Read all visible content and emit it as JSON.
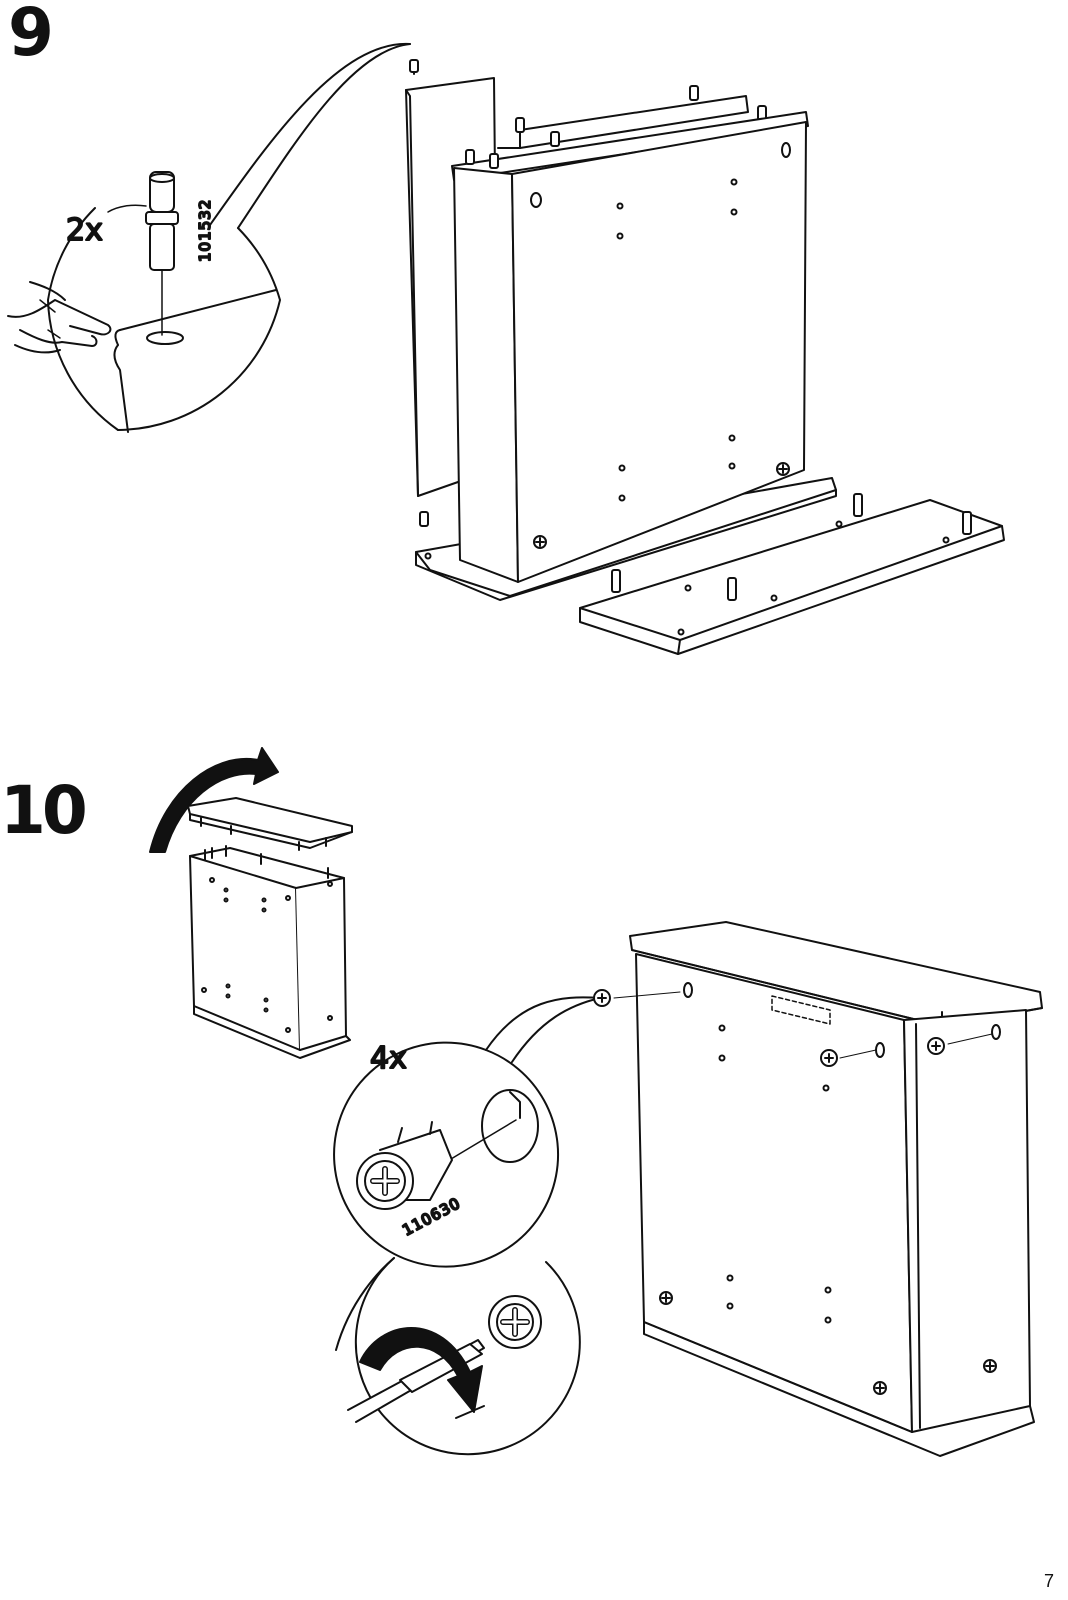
{
  "steps": [
    {
      "number": "9",
      "callout": {
        "quantity": "2x",
        "part_number": "101532"
      }
    },
    {
      "number": "10",
      "callout": {
        "quantity": "4x",
        "part_number": "110630"
      }
    }
  ],
  "page_number": "7"
}
